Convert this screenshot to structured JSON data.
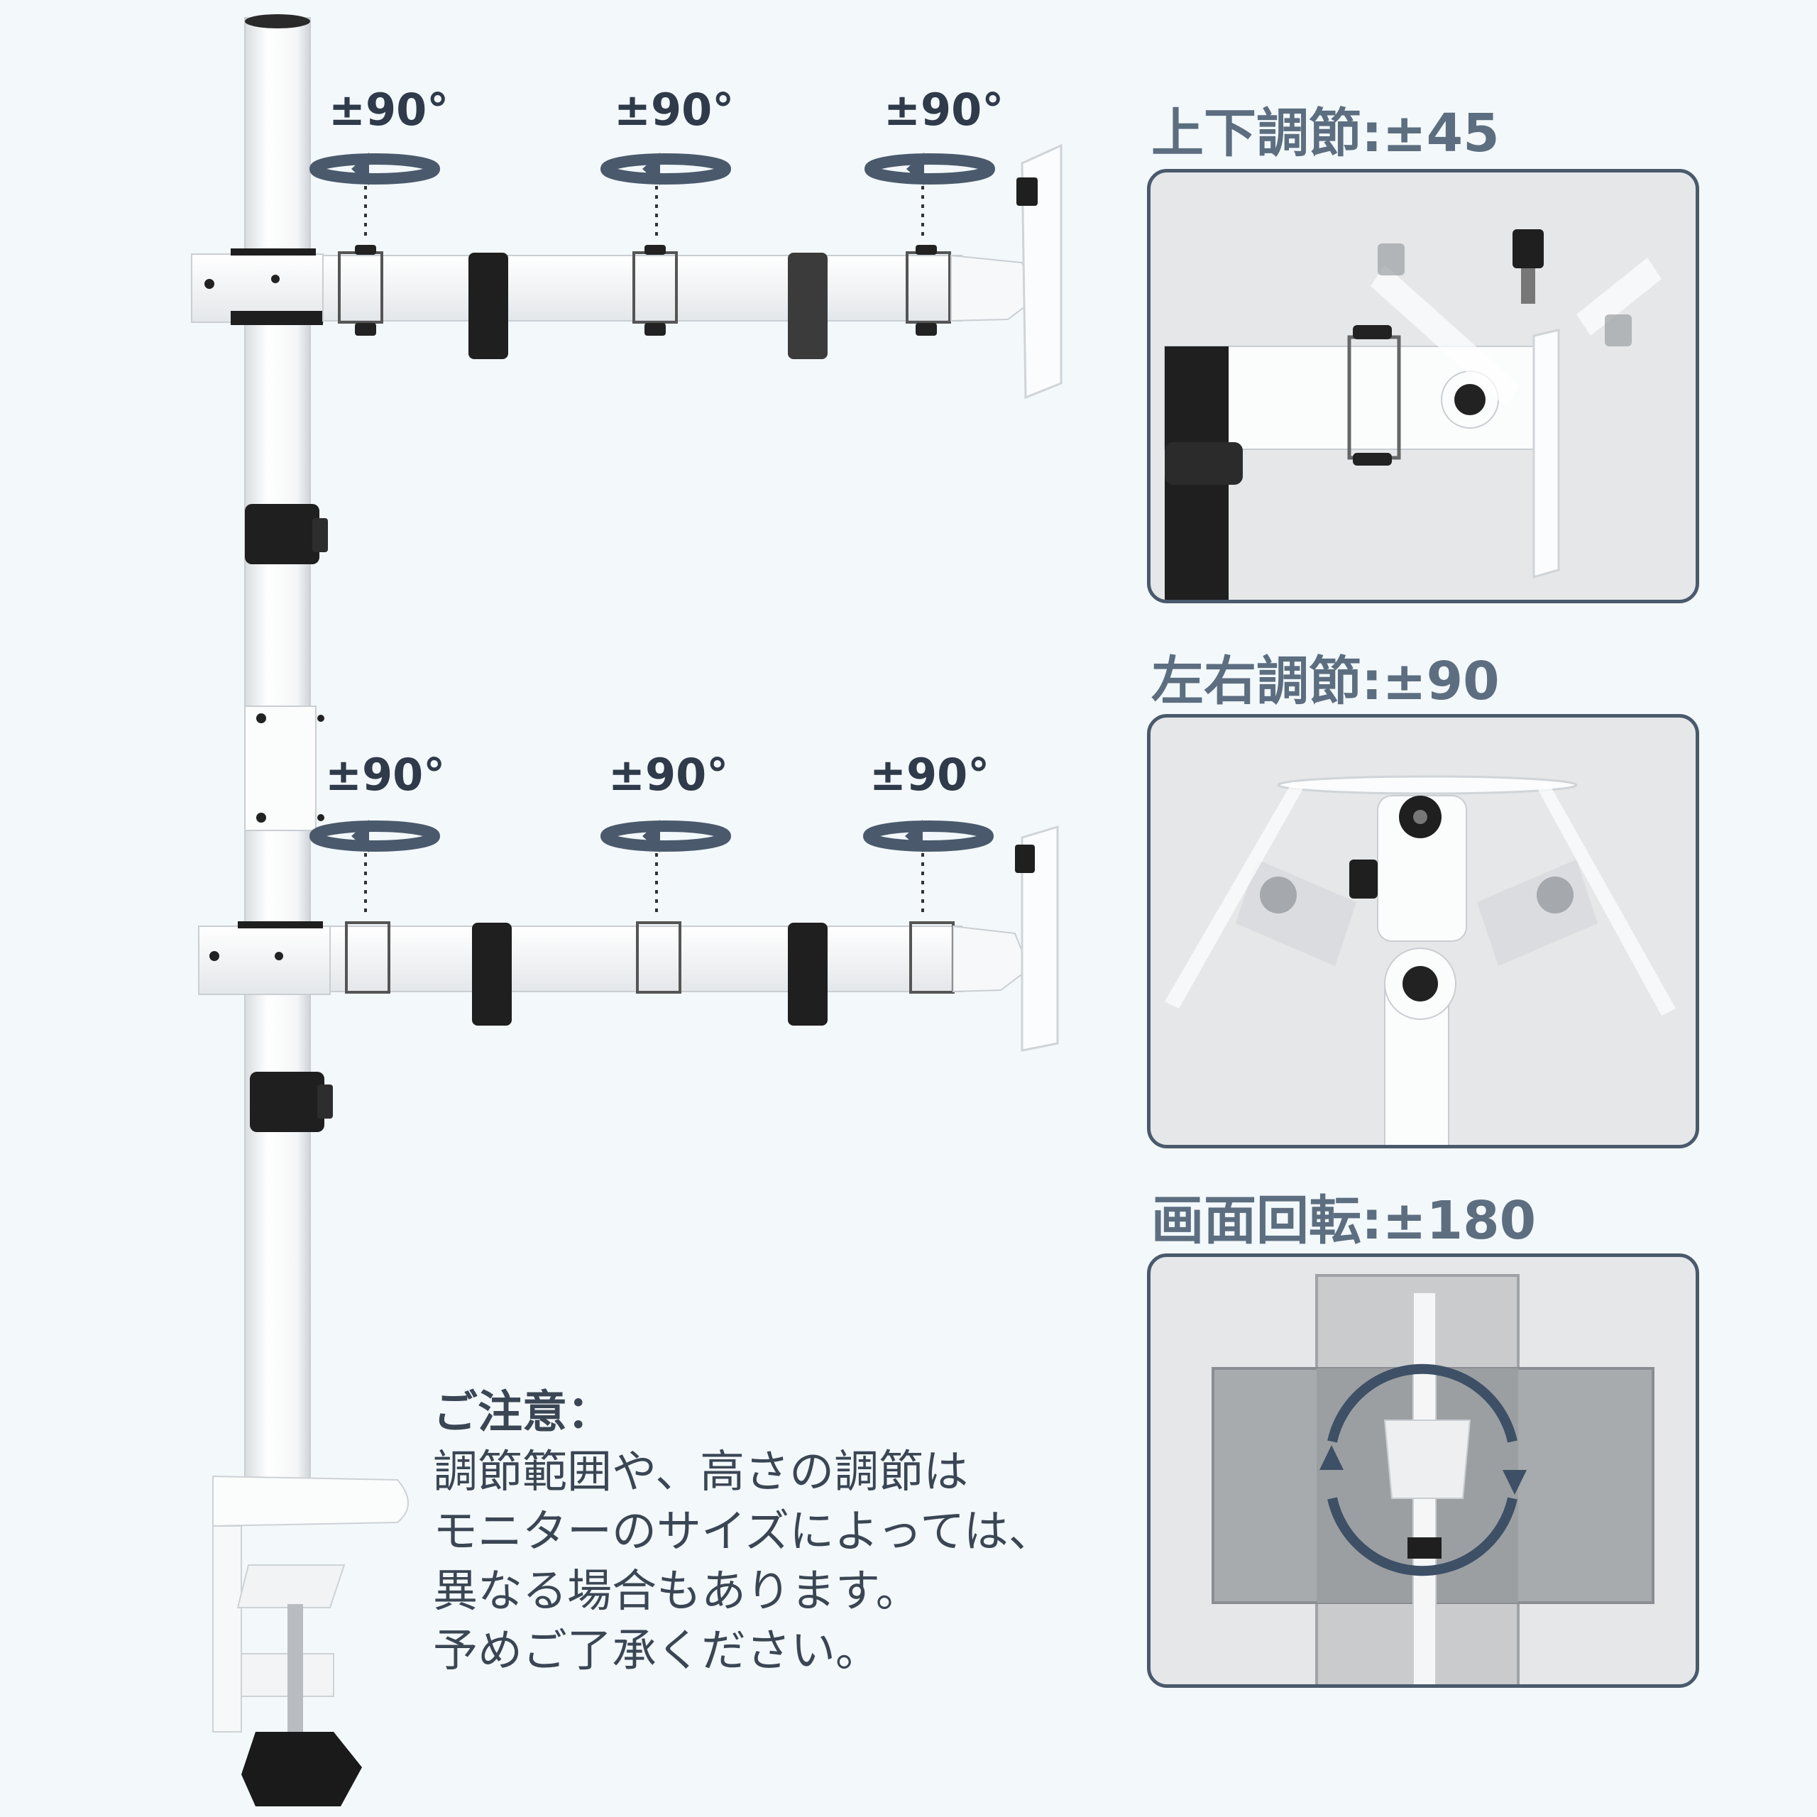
{
  "rotation_labels": {
    "upper": [
      "±90°",
      "±90°",
      "±90°"
    ],
    "lower": [
      "±90°",
      "±90°",
      "±90°"
    ]
  },
  "panels": {
    "tilt": {
      "heading": "上下調節:±45"
    },
    "swivel": {
      "heading": "左右調節:±90"
    },
    "rotation": {
      "heading": "画面回転:±180"
    }
  },
  "note": {
    "title": "ご注意：",
    "lines": [
      "調節範囲や、高さの調節は",
      "モニターのサイズによっては、",
      "異なる場合もあります。",
      "予めご了承ください。"
    ]
  },
  "colors": {
    "background": "#f3f8fb",
    "arrow": "#4a5a6c",
    "heading": "#5c6e80",
    "panel_border": "#4a5a6c"
  }
}
